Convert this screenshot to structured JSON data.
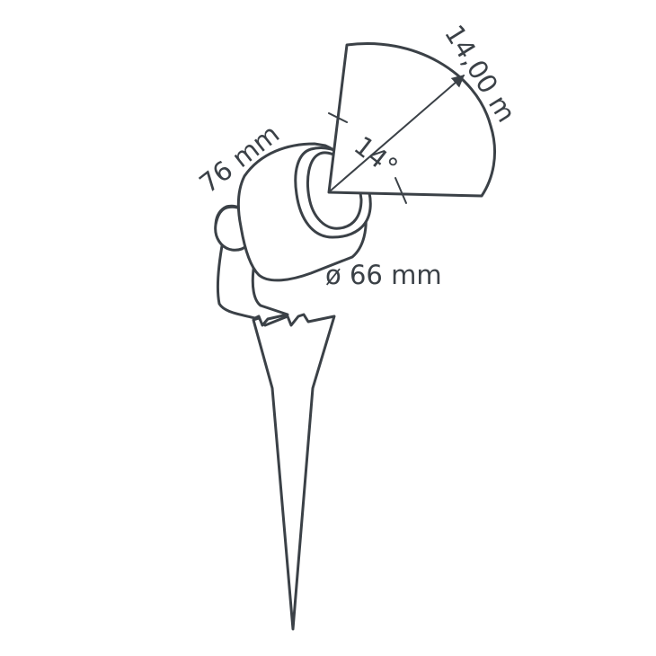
{
  "dimensions": {
    "length": "76 mm",
    "diameter": "ø 66 mm",
    "beam_angle": "14°",
    "beam_distance": "14,00 m"
  },
  "colors": {
    "line": "#3b4147",
    "background": "#ffffff"
  }
}
